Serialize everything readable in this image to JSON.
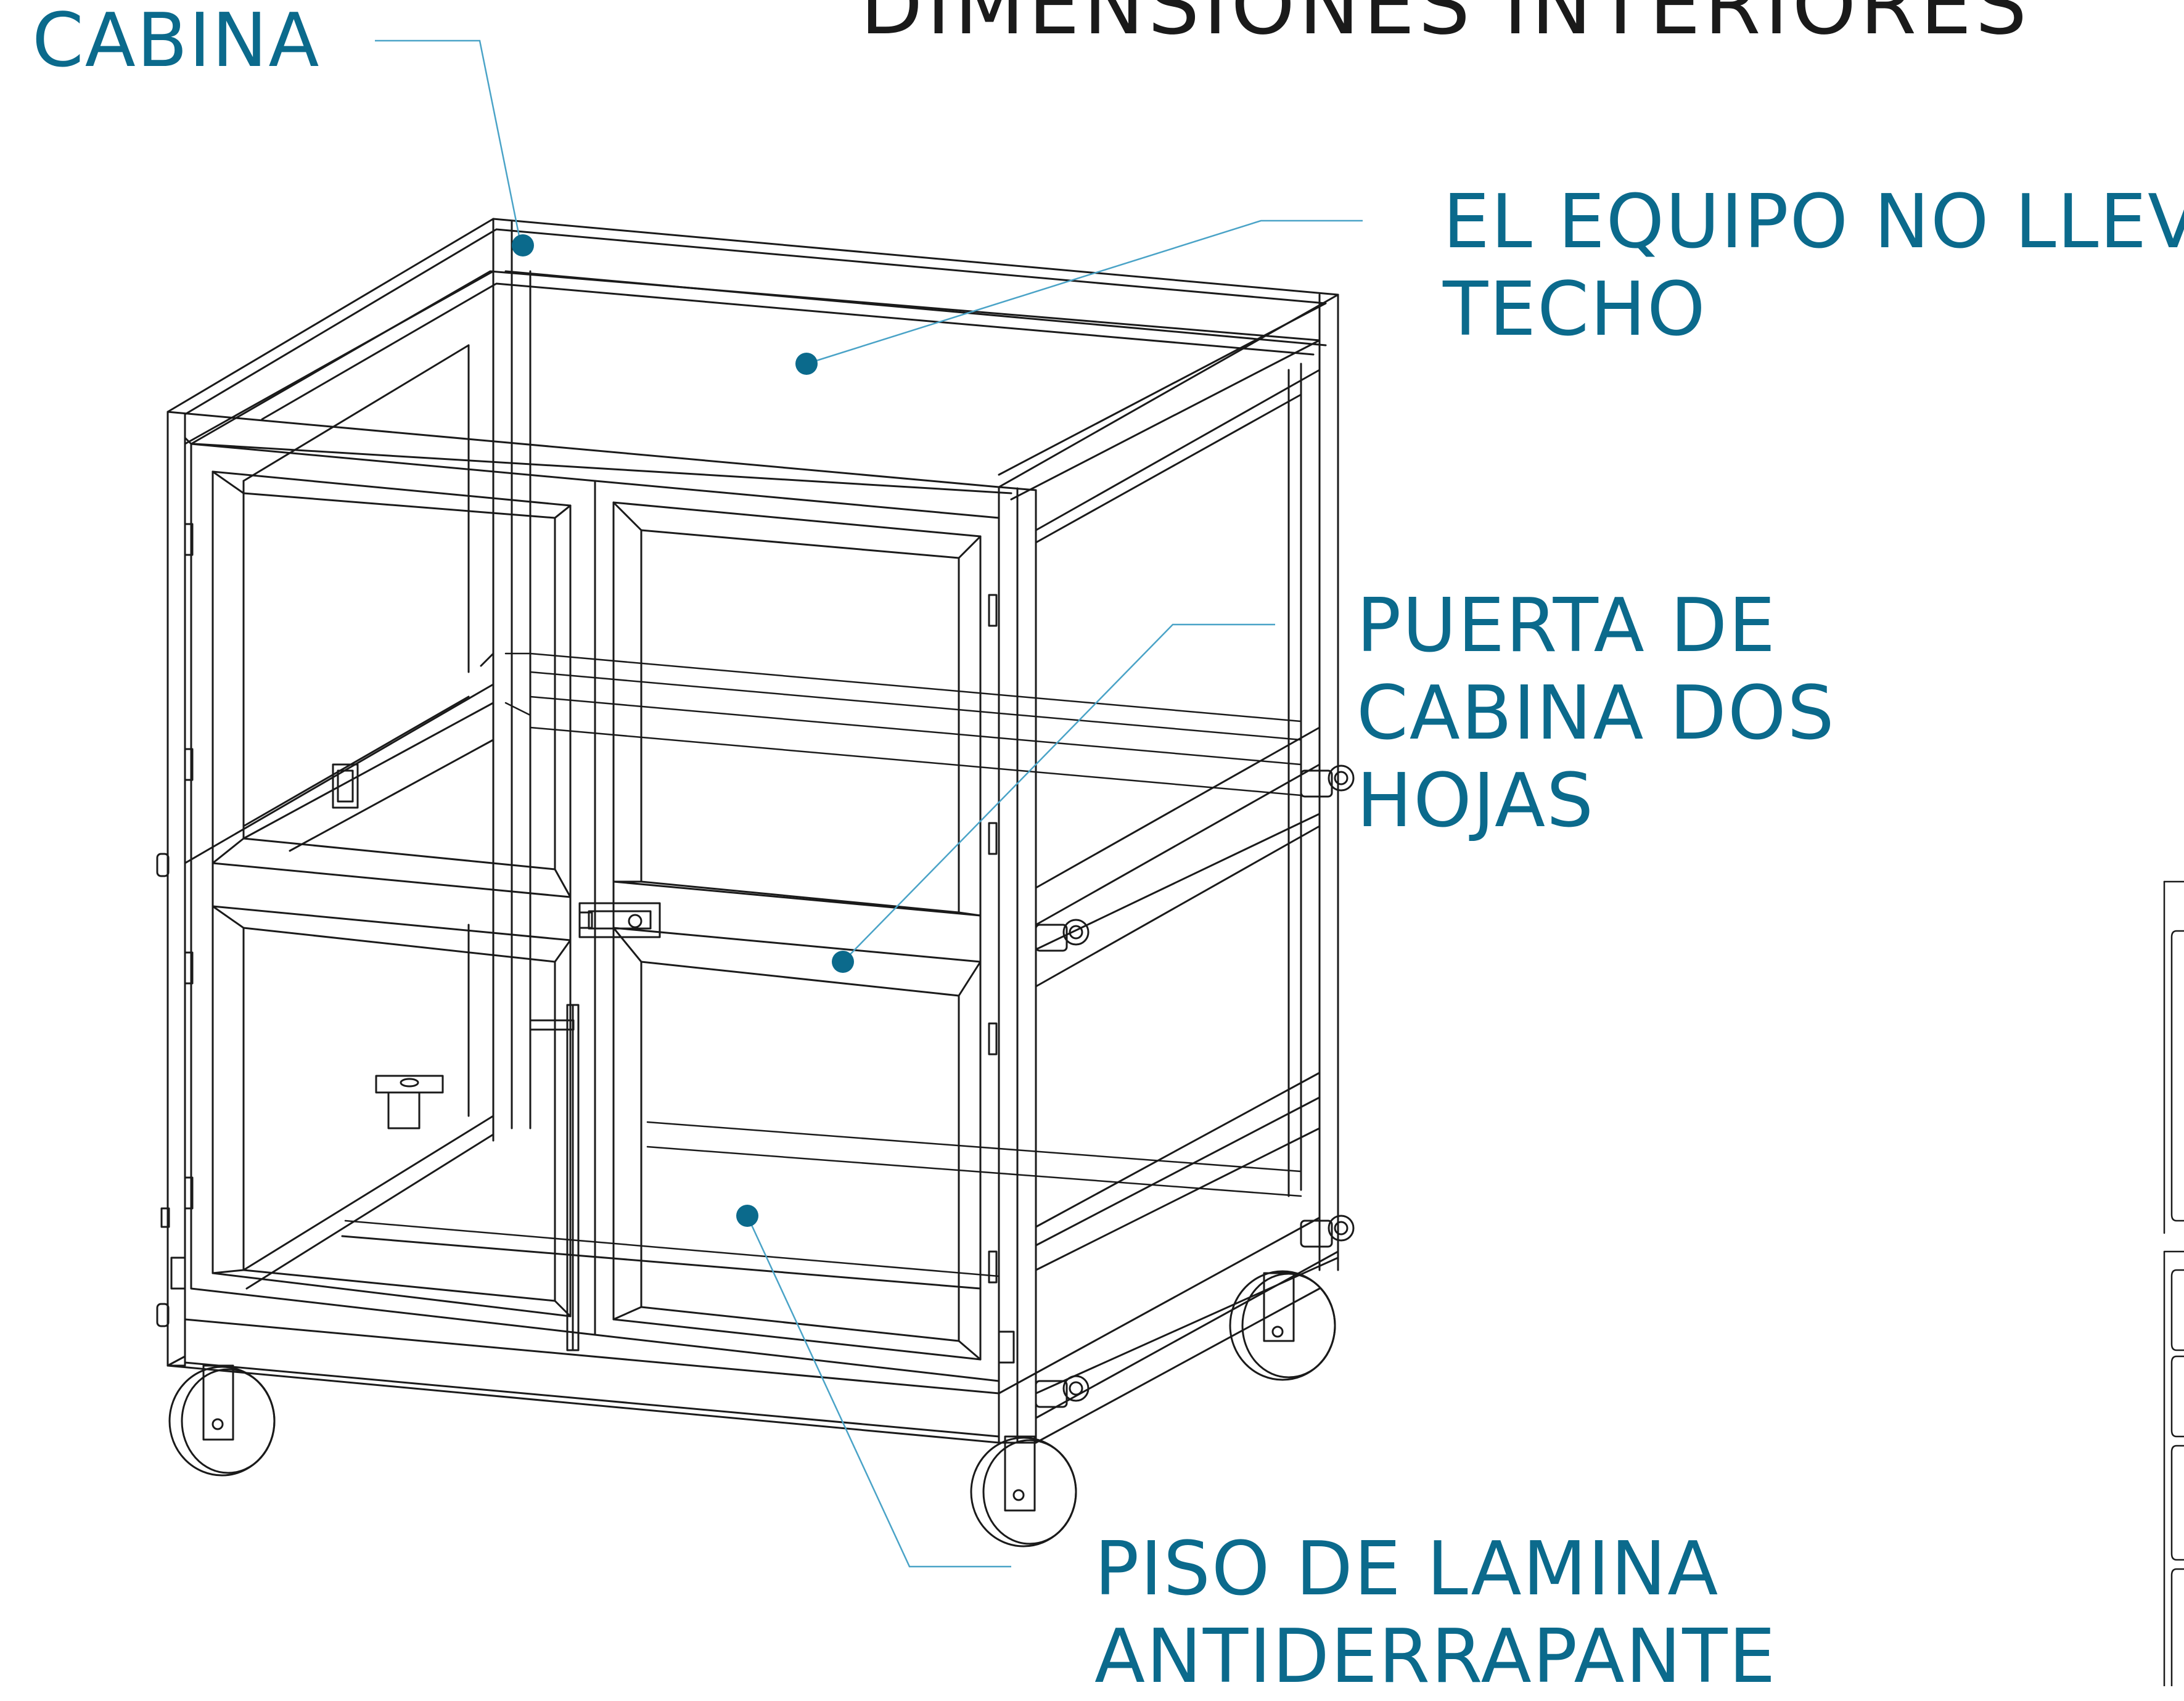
{
  "title": "DIMENSIONES INTERIORES",
  "colors": {
    "accent": "#0b6a8c",
    "leader": "#4aa3c7",
    "drawing": "#1a1a1a"
  },
  "callouts": {
    "cabina": {
      "lines": [
        "CABINA"
      ]
    },
    "techo": {
      "lines": [
        "EL EQUIPO NO LLEVA",
        "TECHO"
      ]
    },
    "puerta": {
      "lines": [
        "PUERTA DE",
        "CABINA DOS",
        "HOJAS"
      ]
    },
    "piso": {
      "lines": [
        "PISO DE LAMINA",
        "ANTIDERRAPANTE"
      ]
    }
  }
}
